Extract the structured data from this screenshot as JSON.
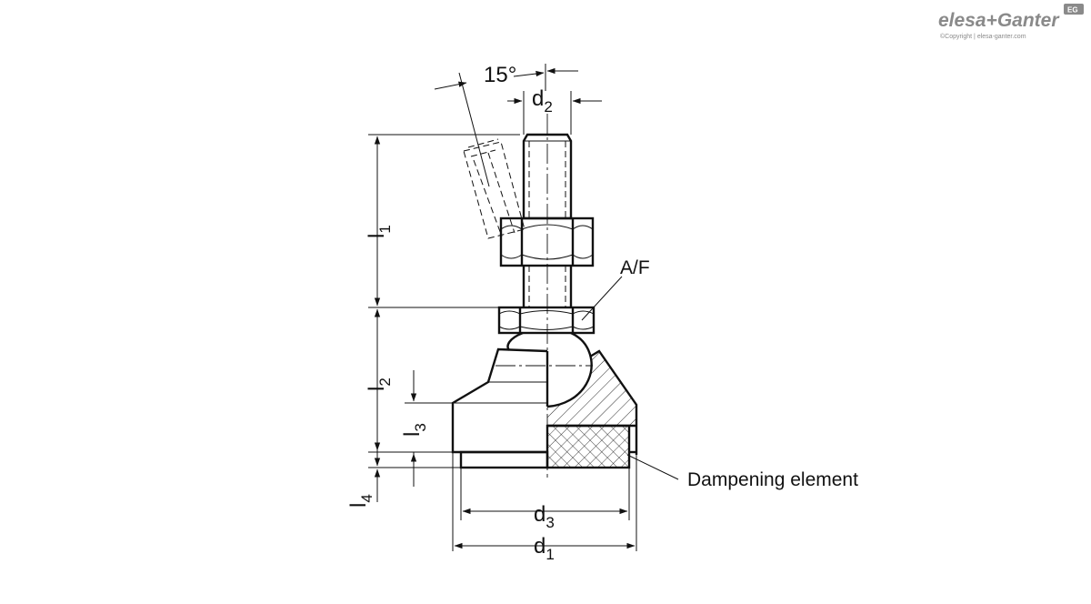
{
  "brand": {
    "logo_text": "elesa+Ganter",
    "copyright": "©Copyright | elesa-ganter.com",
    "badge": "EG",
    "color": "#8a8a8a"
  },
  "dimensions": {
    "angle": "15°",
    "d2": {
      "main": "d",
      "sub": "2"
    },
    "l1": {
      "main": "l",
      "sub": "1"
    },
    "l2": {
      "main": "l",
      "sub": "2"
    },
    "l3": {
      "main": "l",
      "sub": "3"
    },
    "l4": {
      "main": "l",
      "sub": "4"
    },
    "d3": {
      "main": "d",
      "sub": "3"
    },
    "d1": {
      "main": "d",
      "sub": "1"
    }
  },
  "callouts": {
    "af": "A/F",
    "dampening": "Dampening element"
  }
}
